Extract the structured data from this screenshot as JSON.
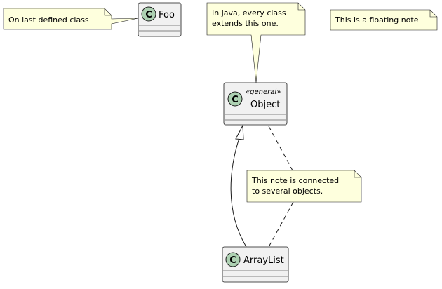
{
  "colors": {
    "class_fill": "#F1F1F1",
    "class_border": "#181818",
    "note_fill": "#FEFFDD",
    "note_border": "#181818",
    "spot_fill": "#ADD1B2",
    "line": "#181818"
  },
  "classes": {
    "foo": {
      "name": "Foo",
      "spot_letter": "C"
    },
    "object": {
      "name": "Object",
      "spot_letter": "C",
      "stereotype": "«general»"
    },
    "arraylist": {
      "name": "ArrayList",
      "spot_letter": "C"
    }
  },
  "notes": {
    "on_last": {
      "lines": [
        "On last defined class"
      ]
    },
    "java": {
      "lines": [
        "In java, every class",
        "extends this one."
      ]
    },
    "floating": {
      "lines": [
        "This is a floating note"
      ]
    },
    "connected": {
      "lines": [
        "This note is connected",
        "to several objects."
      ]
    }
  },
  "relations": [
    {
      "from": "ArrayList",
      "to": "Object",
      "type": "inheritance"
    },
    {
      "from": "note-connected",
      "to": "Object",
      "type": "note-link"
    },
    {
      "from": "note-connected",
      "to": "ArrayList",
      "type": "note-link"
    },
    {
      "from": "note-java",
      "to": "Object",
      "type": "note-link"
    },
    {
      "from": "note-on-last",
      "to": "Foo",
      "type": "note-link"
    }
  ]
}
